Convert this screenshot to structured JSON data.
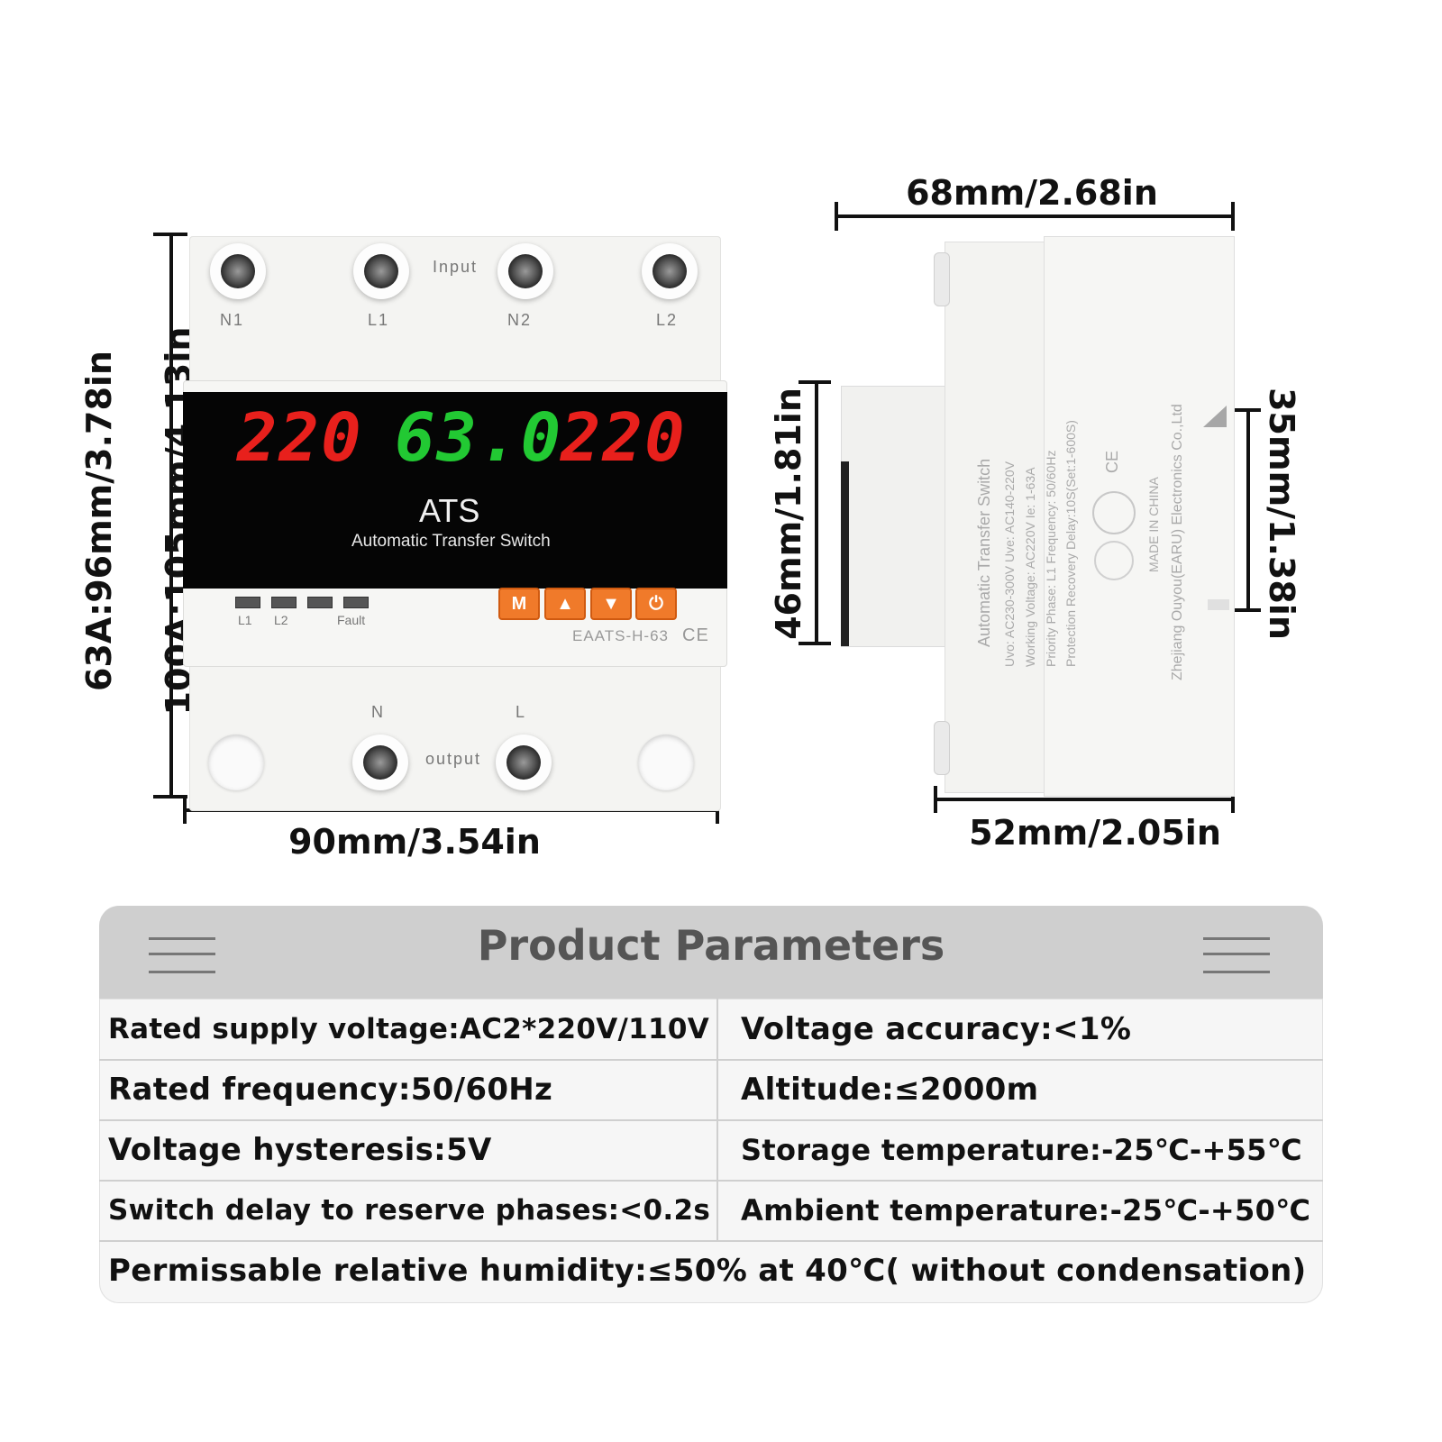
{
  "dimensions": {
    "front_width": "90mm/3.54in",
    "front_height_63a": "63A:96mm/3.78in",
    "front_height_100a": "100A:105mm/4.13in",
    "side_top_width": "68mm/2.68in",
    "side_bottom_width": "52mm/2.05in",
    "side_clip_height": "46mm/1.81in",
    "side_rail_height": "35mm/1.38in"
  },
  "front": {
    "input_label": "Input",
    "top_terminals": [
      "N1",
      "L1",
      "N2",
      "L2"
    ],
    "display": {
      "left": "220",
      "center": "63.0",
      "right": "220"
    },
    "colors": {
      "left": "#e8201c",
      "center": "#22c933",
      "right": "#e8201c"
    },
    "ats": "ATS",
    "ats_subtitle": "Automatic Transfer Switch",
    "leds": [
      "L1",
      "L2",
      "Fault"
    ],
    "buttons": [
      "M",
      "▲",
      "▼",
      "⏻"
    ],
    "model": "EAATS-H-63",
    "ce_mark": "CE",
    "output_label": "output",
    "bottom_terminals": [
      "N",
      "L"
    ]
  },
  "side_label": {
    "line1": "Automatic Transfer Switch",
    "line2": "Uvo: AC230-300V     Uve: AC140-220V",
    "line3": "Working Voltage: AC220V     Ie: 1-63A",
    "line4": "Priority Phase: L1     Frequency: 50/60Hz",
    "line5": "Protection Recovery Delay:10S(Set:1-600S)",
    "made_in": "MADE IN CHINA",
    "company": "Zhejiang Ouyou(EARU) Electronics Co.,Ltd",
    "ce_mark": "CE"
  },
  "params": {
    "title": "Product Parameters",
    "rows": [
      {
        "left": "Rated supply voltage:AC2*220V/110V",
        "right": "Voltage accuracy:<1%"
      },
      {
        "left": "Rated frequency:50/60Hz",
        "right": "Altitude:≤2000m"
      },
      {
        "left": "Voltage hysteresis:5V",
        "right": "Storage temperature:-25℃-+55℃"
      },
      {
        "left": "Switch delay to reserve phases:<0.2s",
        "right": "Ambient temperature:-25℃-+50℃"
      }
    ],
    "full_row": "Permissable relative humidity:≤50% at 40℃( without condensation)"
  }
}
